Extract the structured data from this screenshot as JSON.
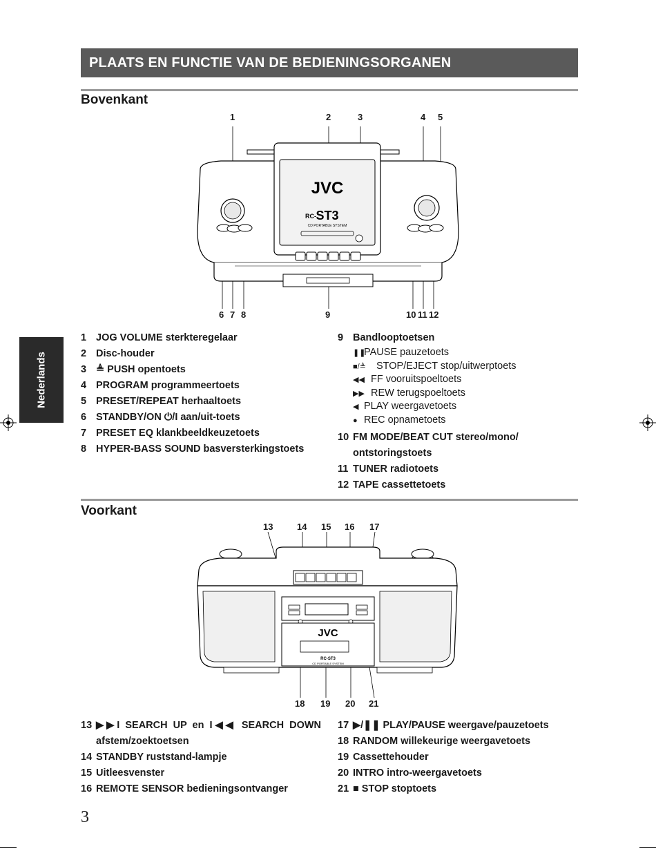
{
  "title": "PLAATS EN FUNCTIE VAN DE BEDIENINGSORGANEN",
  "side_tab": "Nederlands",
  "top": {
    "heading": "Bovenkant",
    "callouts_above": [
      "1",
      "2",
      "3",
      "4",
      "5"
    ],
    "callouts_below": [
      "6",
      "7",
      "8",
      "9",
      "10",
      "11",
      "12"
    ],
    "device": {
      "brand": "JVC",
      "model_prefix": "RC-",
      "model": "ST3",
      "subtitle": "CD PORTABLE SYSTEM"
    },
    "left_items": [
      {
        "num": "1",
        "text": "JOG VOLUME sterkteregelaar"
      },
      {
        "num": "2",
        "text": "Disc-houder"
      },
      {
        "num": "3",
        "text": "≜ PUSH opentoets"
      },
      {
        "num": "4",
        "text": "PROGRAM programmeertoets"
      },
      {
        "num": "5",
        "text": "PRESET/REPEAT herhaaltoets"
      },
      {
        "num": "6",
        "text": "STANDBY/ON ⏻/I aan/uit-toets"
      },
      {
        "num": "7",
        "text": "PRESET EQ klankbeeldkeuzetoets"
      },
      {
        "num": "8",
        "text": "HYPER-BASS SOUND basversterkingstoets"
      }
    ],
    "right_items": {
      "item9": {
        "num": "9",
        "text": "Bandlooptoetsen"
      },
      "sub": [
        {
          "glyph": "❚❚",
          "text": "PAUSE pauzetoets"
        },
        {
          "glyph": "■/≜",
          "text": "STOP/EJECT stop/uitwerptoets"
        },
        {
          "glyph": "◀◀",
          "text": "FF vooruitspoeltoets"
        },
        {
          "glyph": "▶▶",
          "text": "REW terugspoeltoets"
        },
        {
          "glyph": "◀",
          "text": "PLAY weergavetoets"
        },
        {
          "glyph": "●",
          "text": "REC opnametoets"
        }
      ],
      "item10": {
        "num": "10",
        "text": "FM MODE/BEAT CUT stereo/mono/ ontstoringstoets"
      },
      "item11": {
        "num": "11",
        "text": "TUNER radiotoets"
      },
      "item12": {
        "num": "12",
        "text": "TAPE cassettetoets"
      }
    }
  },
  "front": {
    "heading": "Voorkant",
    "callouts_above": [
      "13",
      "14",
      "15",
      "16",
      "17"
    ],
    "callouts_below": [
      "18",
      "19",
      "20",
      "21"
    ],
    "device": {
      "brand": "JVC",
      "model": "RC-ST3",
      "subtitle": "CD PORTABLE SYSTEM"
    },
    "left_items": [
      {
        "num": "13",
        "text": "▶▶I SEARCH UP en I◀◀ SEARCH DOWN afstem/zoektoetsen"
      },
      {
        "num": "14",
        "text": "STANDBY ruststand-lampje"
      },
      {
        "num": "15",
        "text": "Uitleesvenster"
      },
      {
        "num": "16",
        "text": "REMOTE SENSOR bedieningsontvanger"
      }
    ],
    "right_items": [
      {
        "num": "17",
        "text": "▶/❚❚ PLAY/PAUSE weergave/pauzetoets"
      },
      {
        "num": "18",
        "text": "RANDOM willekeurige weergavetoets"
      },
      {
        "num": "19",
        "text": "Cassettehouder"
      },
      {
        "num": "20",
        "text": "INTRO intro-weergavetoets"
      },
      {
        "num": "21",
        "text": "■ STOP stoptoets"
      }
    ]
  },
  "page_number": "3"
}
